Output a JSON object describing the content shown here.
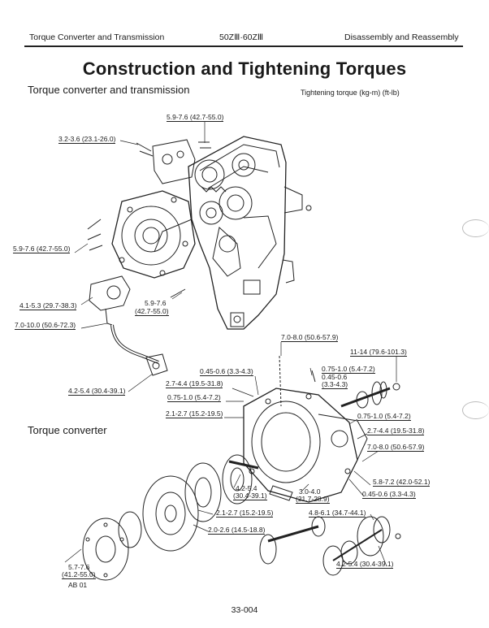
{
  "header": {
    "left": "Torque Converter and Transmission",
    "center": "50ZⅢ·60ZⅢ",
    "right": "Disassembly and Reassembly"
  },
  "title": "Construction and Tightening Torques",
  "subtitle": "Torque converter and transmission",
  "unit_note": "Tightening torque (kg-m) (ft-lb)",
  "section_label": "Torque converter",
  "figure_code": "AB 01",
  "page_number": "33-004",
  "labels": {
    "l01": "5.9-7.6 (42.7-55.0)",
    "l02": "3.2-3.6 (23.1-26.0)",
    "l03": "5.9-7.6 (42.7-55.0)",
    "l04": "4.1-5.3 (29.7-38.3)",
    "l05": "7.0-10.0 (50.6-72.3)",
    "l06a": "5.9-7.6",
    "l06b": "(42.7-55.0)",
    "l07": "7.0-8.0 (50.6-57.9)",
    "l08": "11-14 (79.6-101.3)",
    "l09": "0.45-0.6 (3.3-4.3)",
    "l10": "0.75-1.0 (5.4-7.2)",
    "l11a": "0.45-0.6",
    "l11b": "(3.3-4.3)",
    "l12": "2.7-4.4 (19.5-31.8)",
    "l13": "0.75-1.0 (5.4-7.2)",
    "l14": "4.2-5.4 (30.4-39.1)",
    "l15": "2.1-2.7 (15.2-19.5)",
    "l16": "0.75-1.0 (5.4-7.2)",
    "l17": "2.7-4.4 (19.5-31.8)",
    "l18": "7.0-8.0 (50.6-57.9)",
    "l19": "5.8-7.2 (42.0-52.1)",
    "l20": "0.45-0.6 (3.3-4.3)",
    "l21a": "4.2-5.4",
    "l21b": "(30.4-39.1)",
    "l22a": "3.0-4.0",
    "l22b": "(21.7-28.9)",
    "l23": "2.1-2.7 (15.2-19.5)",
    "l24": "4.8-6.1 (34.7-44.1)",
    "l25": "2.0-2.6 (14.5-18.8)",
    "l26a": "5.7-7.6",
    "l26b": "(41.2-55.0)",
    "l27": "4.2-5.4 (30.4-39.1)"
  }
}
